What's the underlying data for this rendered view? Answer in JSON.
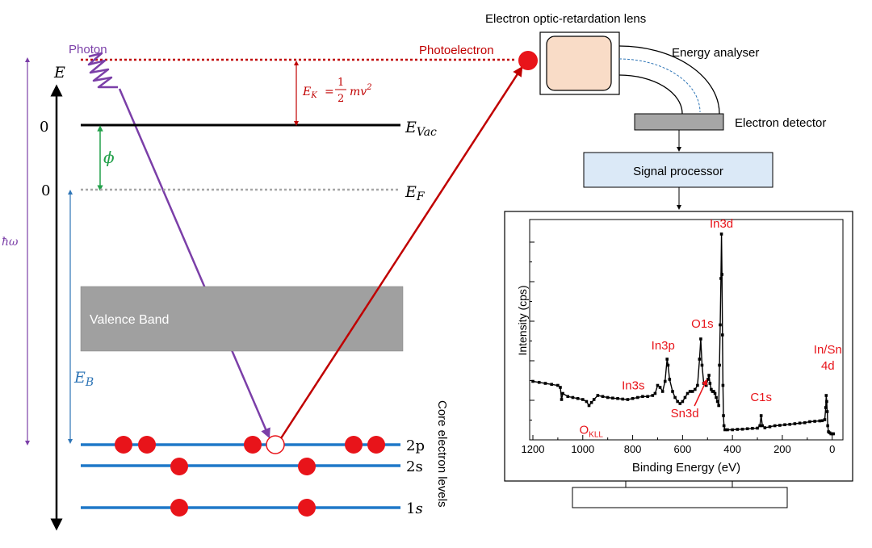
{
  "diagram": {
    "labels": {
      "photon": "Photon",
      "photoelectron": "Photoelectron",
      "energy_axis": "E",
      "hbar_omega": "ħω",
      "zero_vac": "0",
      "zero_fermi": "0",
      "e_vac": "E",
      "e_vac_sub": "Vac",
      "e_fermi": "E",
      "e_fermi_sub": "F",
      "work_function": "ϕ",
      "e_binding": "E",
      "e_binding_sub": "B",
      "kinetic_energy_lhs": "E",
      "kinetic_energy_lhs_sub": "K",
      "kinetic_energy_eq": "=",
      "kinetic_energy_num": "1",
      "kinetic_energy_den": "2",
      "kinetic_energy_rhs": "mv",
      "kinetic_energy_exp": "2",
      "valence_band": "Valence Band",
      "core_levels": "Core electron levels",
      "level_2p": "2p",
      "level_2s": "2s",
      "level_1s_num": "1",
      "level_1s_letter": "s"
    },
    "instrument": {
      "lens": "Electron optic-retardation lens",
      "analyser": "Energy analyser",
      "detector": "Electron detector",
      "processor": "Signal processor"
    },
    "colors": {
      "photon": "#7b3fa8",
      "photoelectron": "#c00000",
      "work_function": "#22a04a",
      "binding": "#2e75b6",
      "core_level": "#1f78c8",
      "electron": "#e8141a",
      "vacuum": "#000000",
      "fermi": "#a6a6a6",
      "valence_band": "#a0a0a0",
      "lens_fill": "#f9dcc7",
      "detector_fill": "#a6a6a6",
      "processor_fill": "#dbe9f7",
      "peak_label": "#e8141a"
    }
  },
  "chart_data": {
    "type": "line",
    "xlabel": "Binding Energy (eV)",
    "ylabel": "Intensity (cps)",
    "xlim": [
      1200,
      -30
    ],
    "x_reversed": true,
    "ylim": [
      0,
      100
    ],
    "x_ticks": [
      "1200",
      "1000",
      "800",
      "600",
      "400",
      "200",
      "0"
    ],
    "x_tick_values": [
      1200,
      1000,
      800,
      600,
      400,
      200,
      0
    ],
    "series": [
      {
        "values": [
          [
            1200,
            27
          ],
          [
            1175,
            26.5
          ],
          [
            1150,
            26
          ],
          [
            1125,
            25.5
          ],
          [
            1100,
            25
          ],
          [
            1090,
            24
          ],
          [
            1085,
            18
          ],
          [
            1080,
            21
          ],
          [
            1060,
            19.5
          ],
          [
            1040,
            19
          ],
          [
            1020,
            18.5
          ],
          [
            1000,
            18
          ],
          [
            985,
            17
          ],
          [
            975,
            15
          ],
          [
            965,
            16.5
          ],
          [
            955,
            18
          ],
          [
            940,
            20
          ],
          [
            920,
            19.5
          ],
          [
            900,
            19
          ],
          [
            880,
            18.7
          ],
          [
            860,
            18.5
          ],
          [
            840,
            18.2
          ],
          [
            820,
            18
          ],
          [
            800,
            18.5
          ],
          [
            780,
            19
          ],
          [
            760,
            19.5
          ],
          [
            740,
            19.5
          ],
          [
            720,
            20
          ],
          [
            710,
            21
          ],
          [
            700,
            25
          ],
          [
            690,
            24
          ],
          [
            680,
            22
          ],
          [
            670,
            27
          ],
          [
            662,
            38
          ],
          [
            658,
            35
          ],
          [
            652,
            28
          ],
          [
            640,
            22
          ],
          [
            630,
            19
          ],
          [
            620,
            17
          ],
          [
            610,
            16
          ],
          [
            600,
            17
          ],
          [
            590,
            19
          ],
          [
            580,
            21
          ],
          [
            570,
            22
          ],
          [
            560,
            22
          ],
          [
            550,
            23
          ],
          [
            540,
            25
          ],
          [
            532,
            38
          ],
          [
            527,
            48
          ],
          [
            522,
            35
          ],
          [
            515,
            26
          ],
          [
            505,
            25
          ],
          [
            498,
            28
          ],
          [
            494,
            30
          ],
          [
            490,
            26
          ],
          [
            485,
            23
          ],
          [
            480,
            22
          ],
          [
            475,
            22
          ],
          [
            470,
            21
          ],
          [
            465,
            19
          ],
          [
            460,
            17
          ],
          [
            455,
            15
          ],
          [
            452,
            35
          ],
          [
            449,
            55
          ],
          [
            446,
            78
          ],
          [
            444,
            100
          ],
          [
            442,
            80
          ],
          [
            440,
            50
          ],
          [
            438,
            25
          ],
          [
            436,
            10
          ],
          [
            434,
            5
          ],
          [
            430,
            3
          ],
          [
            420,
            3
          ],
          [
            400,
            3
          ],
          [
            380,
            3.2
          ],
          [
            360,
            3.3
          ],
          [
            340,
            3.5
          ],
          [
            320,
            3.7
          ],
          [
            300,
            3.8
          ],
          [
            290,
            5
          ],
          [
            285,
            10
          ],
          [
            280,
            5
          ],
          [
            270,
            4
          ],
          [
            250,
            4.5
          ],
          [
            230,
            5
          ],
          [
            210,
            5.2
          ],
          [
            190,
            5.5
          ],
          [
            170,
            5.7
          ],
          [
            150,
            6
          ],
          [
            130,
            6.3
          ],
          [
            110,
            6.5
          ],
          [
            90,
            7
          ],
          [
            70,
            7.2
          ],
          [
            50,
            7.4
          ],
          [
            40,
            7.5
          ],
          [
            30,
            8
          ],
          [
            26,
            14
          ],
          [
            24,
            20
          ],
          [
            22,
            17
          ],
          [
            20,
            12
          ],
          [
            18,
            5
          ],
          [
            15,
            2
          ],
          [
            10,
            1.5
          ],
          [
            5,
            1
          ],
          [
            0,
            1
          ],
          [
            -5,
            1
          ]
        ]
      }
    ],
    "annotations": [
      {
        "text": "In3d",
        "x": 444,
        "y": 100
      },
      {
        "text": "In3p",
        "x": 665,
        "y": 38
      },
      {
        "text": "O1s",
        "x": 527,
        "y": 48
      },
      {
        "text": "In3s",
        "x": 830,
        "y": 19
      },
      {
        "text": "O",
        "sub": "KLL",
        "x": 975,
        "y": 15
      },
      {
        "text": "Sn3d",
        "x": 494,
        "y": 30
      },
      {
        "text": "C1s",
        "x": 285,
        "y": 10
      },
      {
        "text": "In/Sn",
        "line2": "4d",
        "x": 24,
        "y": 20
      }
    ]
  }
}
